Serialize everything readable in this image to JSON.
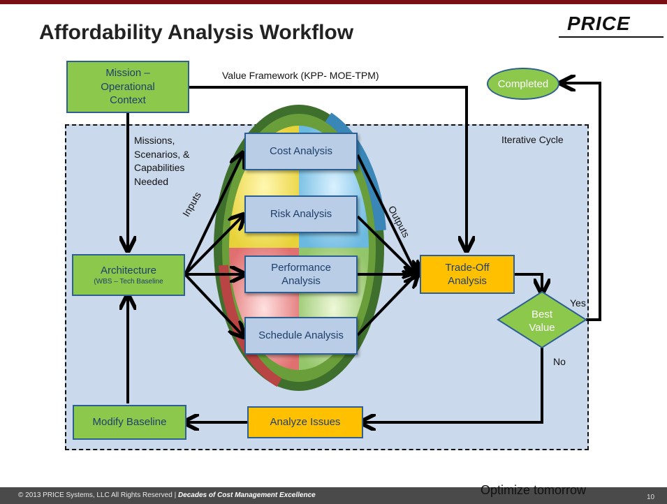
{
  "title": "Affordability Analysis Workflow",
  "logo": "PRICE",
  "region_label": "Iterative Cycle",
  "value_framework_label": "Value Framework (KPP- MOE-TPM)",
  "nodes": {
    "mission": "Mission – Operational Context",
    "completed": "Completed",
    "architecture": "Architecture",
    "architecture_sub": "(WBS – Tech Baseline",
    "cost": "Cost Analysis",
    "risk": "Risk Analysis",
    "performance": "Performance Analysis",
    "schedule": "Schedule Analysis",
    "tradeoff": "Trade-Off Analysis",
    "best_value": "Best Value",
    "analyze_issues": "Analyze Issues",
    "modify_baseline": "Modify Baseline"
  },
  "labels": {
    "missions": [
      "Missions,",
      "Scenarios, &",
      "Capabilities",
      "Needed"
    ],
    "inputs": "Inputs",
    "outputs": "Outputs",
    "yes": "Yes",
    "no": "No"
  },
  "footer": {
    "copyright": "© 2013 PRICE Systems, LLC All Rights Reserved  |",
    "slogan": "Decades of Cost Management Excellence",
    "tagline": "Optimize tomorrow",
    "page": "10"
  },
  "colors": {
    "green": "#8cc84b",
    "orange": "#ffc000",
    "light_blue": "#b9cde6",
    "region": "#cbd9ec"
  }
}
